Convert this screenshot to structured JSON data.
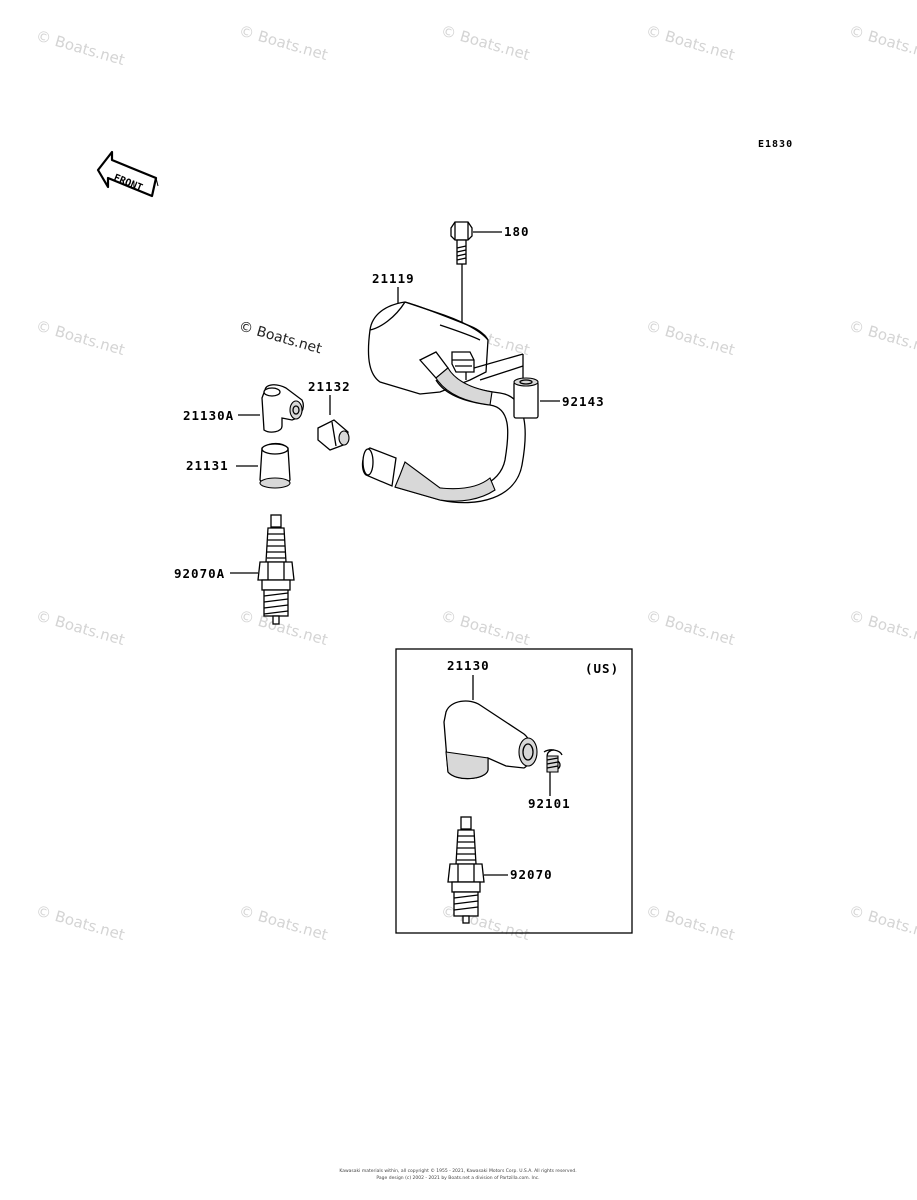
{
  "watermark_text": "© Boats.net",
  "diagram_code": "E1830",
  "front_label": "FRONT",
  "boxed_tag": "(US)",
  "parts": {
    "p180": "180",
    "p21119": "21119",
    "p92143": "92143",
    "p21132": "21132",
    "p21130A": "21130A",
    "p21131": "21131",
    "p92070A": "92070A",
    "p21130": "21130",
    "p92101": "92101",
    "p92070": "92070"
  },
  "footer": {
    "line1": "Kawasaki materials within, all copyright © 1955 - 2021, Kawasaki Motors Corp. U.S.A.  All rights reserved.",
    "line2": "Page design (c) 2002 - 2021 by Boats.net a division of Partzilla.com. Inc."
  }
}
